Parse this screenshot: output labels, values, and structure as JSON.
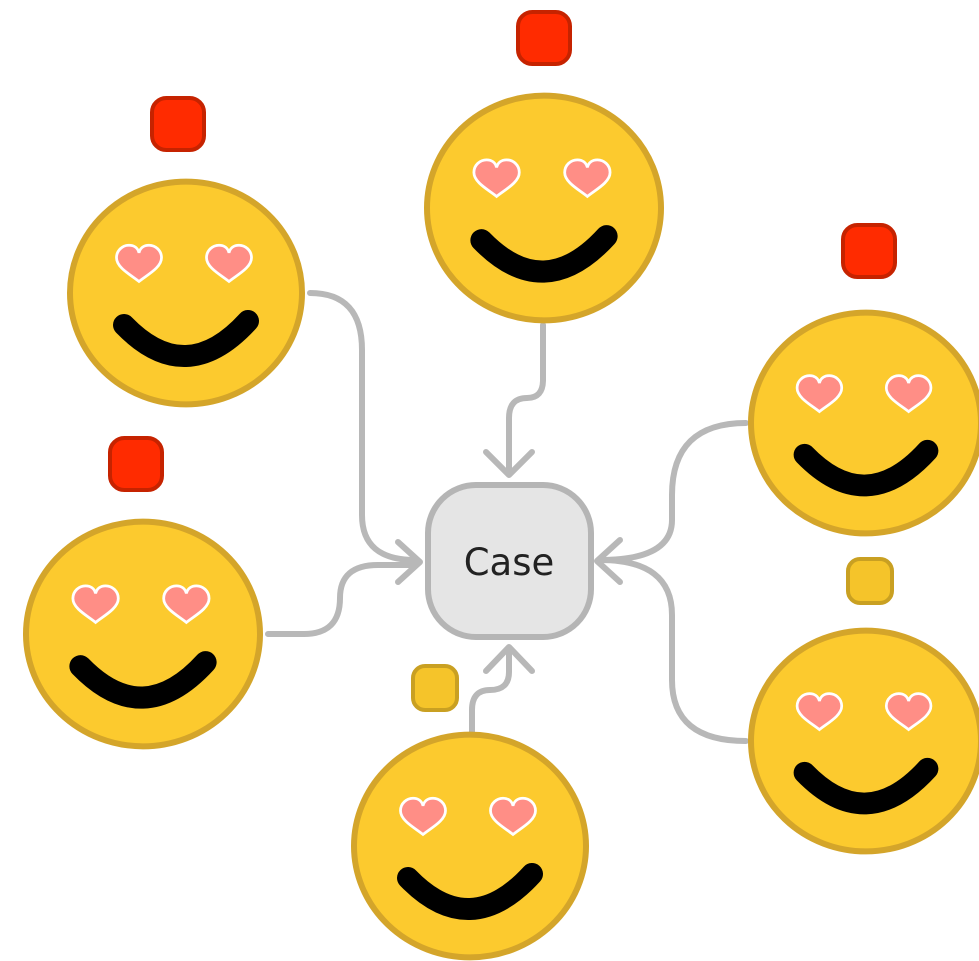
{
  "center": {
    "label": "Case"
  },
  "colors": {
    "face_fill": "#FCCA2E",
    "face_stroke": "#D4A52A",
    "heart": "#FF8E86",
    "mouth": "#000000",
    "connector": "#B8B8B8",
    "node_fill": "#E5E5E5",
    "node_stroke": "#B5B5B5",
    "status_red": "#FF2B00",
    "status_red_stroke": "#C62300",
    "status_yellow": "#F5C42A",
    "status_yellow_stroke": "#C9A022"
  },
  "participants": [
    {
      "icon": "heart-eyes-smiley-icon",
      "status": "red"
    },
    {
      "icon": "heart-eyes-smiley-icon",
      "status": "red"
    },
    {
      "icon": "heart-eyes-smiley-icon",
      "status": "red"
    },
    {
      "icon": "heart-eyes-smiley-icon",
      "status": "red"
    },
    {
      "icon": "heart-eyes-smiley-icon",
      "status": "yellow"
    },
    {
      "icon": "heart-eyes-smiley-icon",
      "status": "yellow"
    }
  ]
}
